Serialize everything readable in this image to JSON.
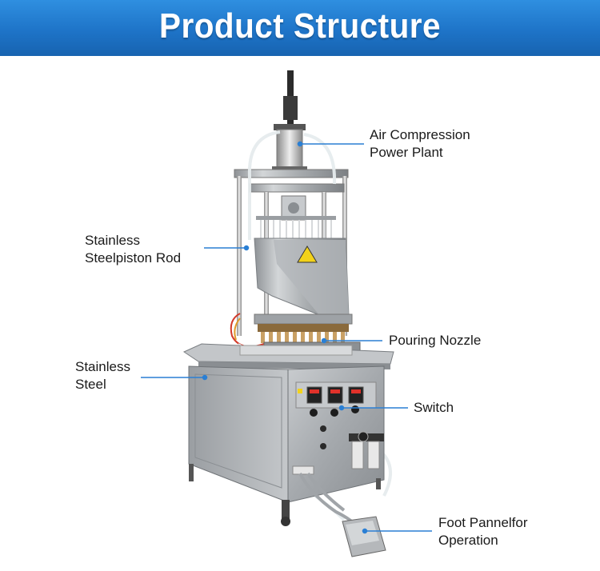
{
  "header": {
    "title": "Product Structure"
  },
  "labels": {
    "air_compression": {
      "line1": "Air Compression",
      "line2": "Power Plant"
    },
    "piston_rod": {
      "line1": "Stainless",
      "line2": "Steelpiston Rod"
    },
    "pouring_nozzle": {
      "line1": "Pouring Nozzle"
    },
    "stainless_steel": {
      "line1": "Stainless",
      "line2": "Steel"
    },
    "switch": {
      "line1": "Switch"
    },
    "foot_panel": {
      "line1": "Foot Pannelfor",
      "line2": "Operation"
    }
  },
  "colors": {
    "banner": "#1e74c8",
    "leader_line": "#2a7fd4",
    "text": "#1a1a1a",
    "steel": "#b9bcbf"
  }
}
